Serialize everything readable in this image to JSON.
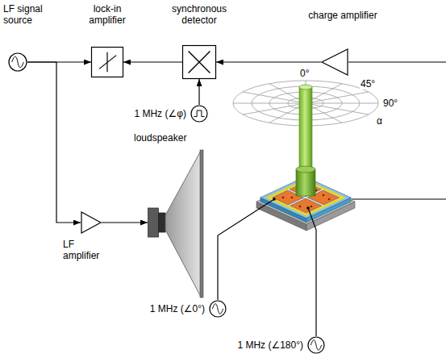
{
  "diagram": {
    "nodes": [
      {
        "text": [
          "LF signal source"
        ]
      },
      {
        "text": [
          "lock-in amplifier"
        ]
      },
      {
        "text": [
          "synchronous detector"
        ]
      },
      {
        "text": [
          "charge amplifier"
        ]
      },
      {
        "text": [
          "1 MHz (∠φ)"
        ]
      },
      {
        "text": [
          "loudspeaker"
        ]
      },
      {
        "text": [
          "LF amplifier"
        ]
      },
      {
        "text": [
          "1 MHz (∠0°)"
        ]
      },
      {
        "text": [
          "1 MHz (∠180°)"
        ]
      }
    ],
    "edges": [
      {
        "from": 3,
        "to": 2,
        "arrow": "to"
      },
      {
        "from": 2,
        "to": 1,
        "arrow": "to"
      },
      {
        "from": 0,
        "to": 1,
        "arrow": "to"
      },
      {
        "from": 0,
        "to": 6,
        "arrow": "to"
      },
      {
        "from": 6,
        "to": 5,
        "arrow": "to"
      },
      {
        "from": 4,
        "to": 2,
        "arrow": "to"
      }
    ],
    "labels": [
      "0°",
      "45°",
      "90°",
      "α"
    ]
  }
}
